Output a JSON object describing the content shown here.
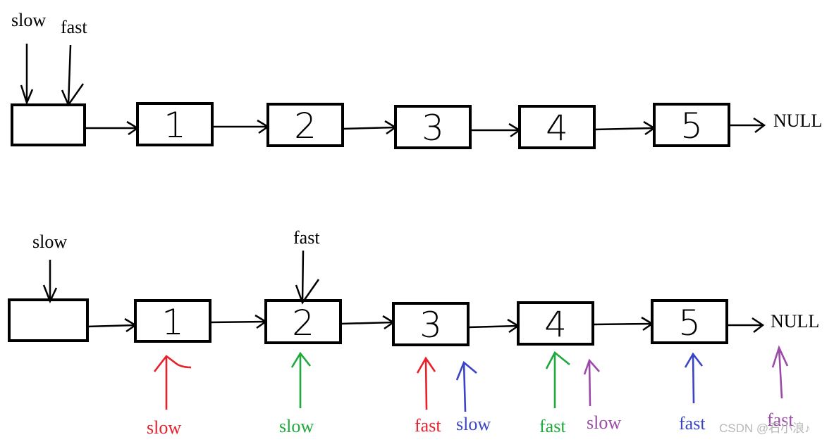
{
  "colors": {
    "black": "#000000",
    "red": "#e8202a",
    "green": "#1fa83c",
    "blue": "#3a44c6",
    "purple": "#9b4aa8",
    "watermark": "#b8b8b8"
  },
  "rows": [
    {
      "nodes": [
        "",
        "1",
        "2",
        "3",
        "4",
        "5"
      ],
      "end_label": "NULL",
      "pointers": [
        {
          "label": "slow",
          "color": "black",
          "node": 0
        },
        {
          "label": "fast",
          "color": "black",
          "node": 0
        }
      ]
    },
    {
      "nodes": [
        "",
        "1",
        "2",
        "3",
        "4",
        "5"
      ],
      "end_label": "NULL",
      "pointers": [
        {
          "label": "slow",
          "color": "black",
          "node": 0
        },
        {
          "label": "fast",
          "color": "black",
          "node": 2
        }
      ],
      "step_markers": [
        {
          "label": "slow",
          "color": "red",
          "node": 1
        },
        {
          "label": "slow",
          "color": "green",
          "node": 2
        },
        {
          "label": "fast",
          "color": "red",
          "node": 3
        },
        {
          "label": "slow",
          "color": "blue",
          "node": 3
        },
        {
          "label": "fast",
          "color": "green",
          "node": 4
        },
        {
          "label": "slow",
          "color": "purple",
          "node": 4
        },
        {
          "label": "fast",
          "color": "blue",
          "node": 5
        },
        {
          "label": "fast",
          "color": "purple",
          "node": "null"
        }
      ]
    }
  ],
  "watermark": "CSDN @石小浪♪"
}
